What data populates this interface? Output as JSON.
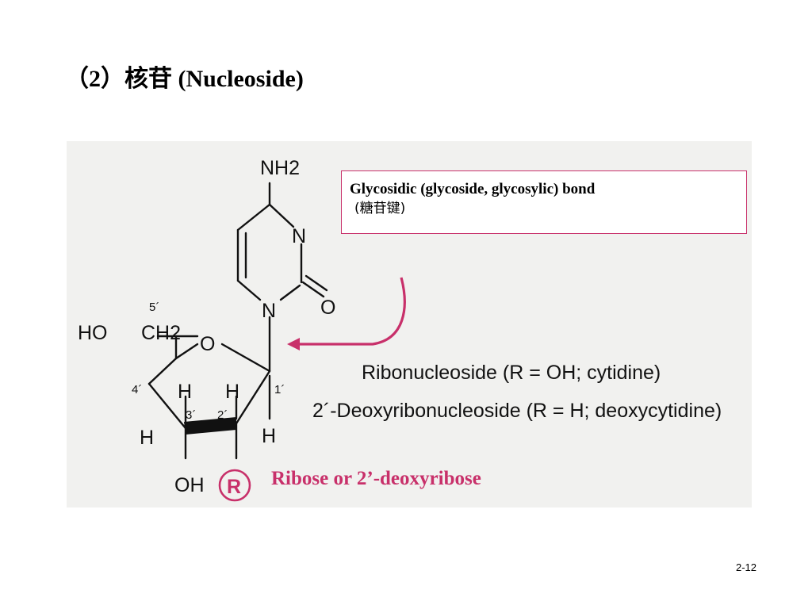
{
  "slide": {
    "title": "（2）核苷 (Nucleoside)",
    "page_number": "2-12"
  },
  "figure": {
    "atoms": {
      "nh2": "NH2",
      "n3": "N",
      "n1": "N",
      "o2": "O",
      "ring_o": "O",
      "ho": "HO",
      "ch2": "CH2",
      "h4": "H",
      "h1": "H",
      "h3": "H",
      "h2": "H",
      "oh": "OH",
      "r": "R"
    },
    "primes": {
      "p5": "5´",
      "p4": "4´",
      "p1": "1´",
      "p3": "3´",
      "p2": "2´"
    },
    "ribonucleoside": "Ribonucleoside (R = OH; cytidine)",
    "deoxyribonucleoside": "2´-Deoxyribonucleoside (R = H; deoxycytidine)"
  },
  "callout": {
    "bond_title": "Glycosidic (glycoside, glycosylic) bond",
    "bond_chinese": "(糖苷键)"
  },
  "ribose_label": "Ribose or 2’-deoxyribose",
  "colors": {
    "accent": "#c8306a",
    "scan_background": "#f1f1ef"
  }
}
